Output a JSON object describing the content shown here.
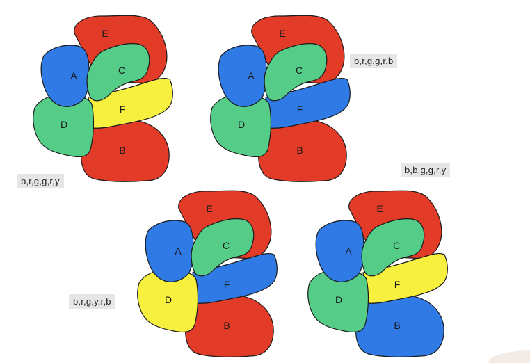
{
  "colors": {
    "r": "#e23b28",
    "b": "#2f7ae5",
    "g": "#55cc88",
    "y": "#f7f03f"
  },
  "region_names": [
    "A",
    "B",
    "C",
    "D",
    "E",
    "F"
  ],
  "maps": [
    {
      "id": "map-top-left",
      "coloring": {
        "A": "b",
        "B": "r",
        "C": "g",
        "D": "g",
        "E": "r",
        "F": "y"
      },
      "caption": "b,r,g,g,r,y"
    },
    {
      "id": "map-top-right",
      "coloring": {
        "A": "b",
        "B": "r",
        "C": "g",
        "D": "g",
        "E": "r",
        "F": "b"
      },
      "caption": "b,r,g,g,r,b"
    },
    {
      "id": "map-bottom-left",
      "coloring": {
        "A": "b",
        "B": "r",
        "C": "g",
        "D": "y",
        "E": "r",
        "F": "b"
      },
      "caption": "b,r,g,y,r,b"
    },
    {
      "id": "map-bottom-right",
      "coloring": {
        "A": "b",
        "B": "b",
        "C": "g",
        "D": "g",
        "E": "r",
        "F": "y"
      },
      "caption": "b,b,g,g,r,y"
    }
  ]
}
